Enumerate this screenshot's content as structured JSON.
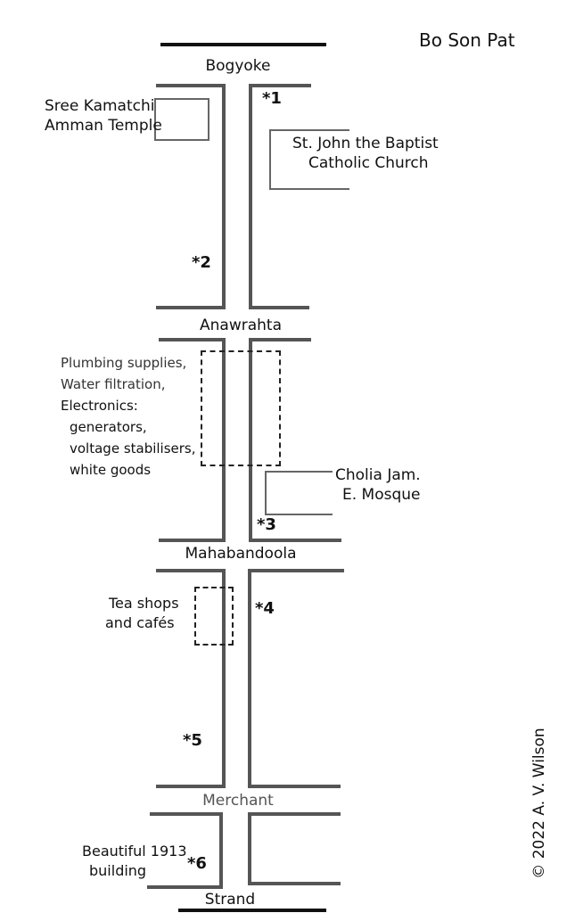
{
  "title": "Bo Son Pat",
  "streets": [
    "Bogyoke",
    "Anawrahta",
    "Mahabandoola",
    "Merchant",
    "Strand"
  ],
  "landmarks": {
    "temple": [
      "Sree Kamatchi",
      "Amman Temple"
    ],
    "church": [
      "St. John the Baptist",
      "Catholic Church"
    ],
    "mosque": [
      "Cholia Jam.",
      "E. Mosque"
    ],
    "shops": [
      "Plumbing supplies,",
      "Water filtration,",
      "Electronics:",
      "generators,",
      "voltage stabilisers,",
      "white goods"
    ],
    "tea": [
      "Tea shops",
      "and cafés"
    ],
    "building": [
      "Beautiful 1913",
      "building"
    ]
  },
  "markers": [
    "*1",
    "*2",
    "*3",
    "*4",
    "*5",
    "*6"
  ],
  "copyright": "© 2022 A. V. Wilson"
}
